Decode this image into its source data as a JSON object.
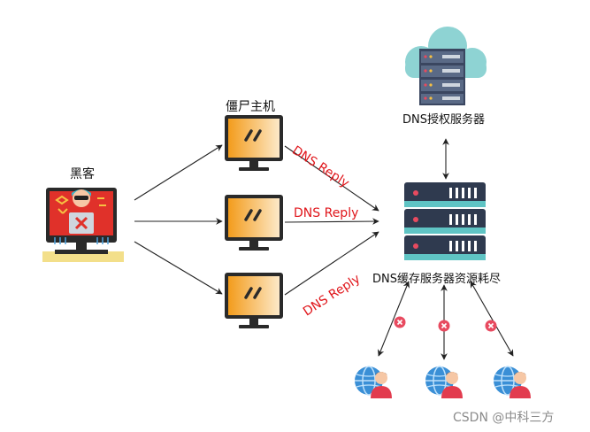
{
  "labels": {
    "hacker": "黑客",
    "zombie": "僵尸主机",
    "auth_server": "DNS授权服务器",
    "cache_server": "DNS缓存服务器资源耗尽",
    "reply_top": "DNS Reply",
    "reply_mid": "DNS Reply",
    "reply_bottom": "DNS Reply",
    "watermark": "CSDN @中科三方"
  },
  "colors": {
    "reply_text": "#e0161b",
    "server_navy": "#2f3a4f",
    "server_teal": "#5fc4c4",
    "cloud": "#8ed3d3",
    "monitor_screen": "#f5a623",
    "blocked": "#e84a5f"
  },
  "icons": [
    "hacker-icon",
    "zombie-monitor-icon",
    "cloud-server-icon",
    "server-rack-icon",
    "user-globe-icon",
    "block-icon"
  ]
}
